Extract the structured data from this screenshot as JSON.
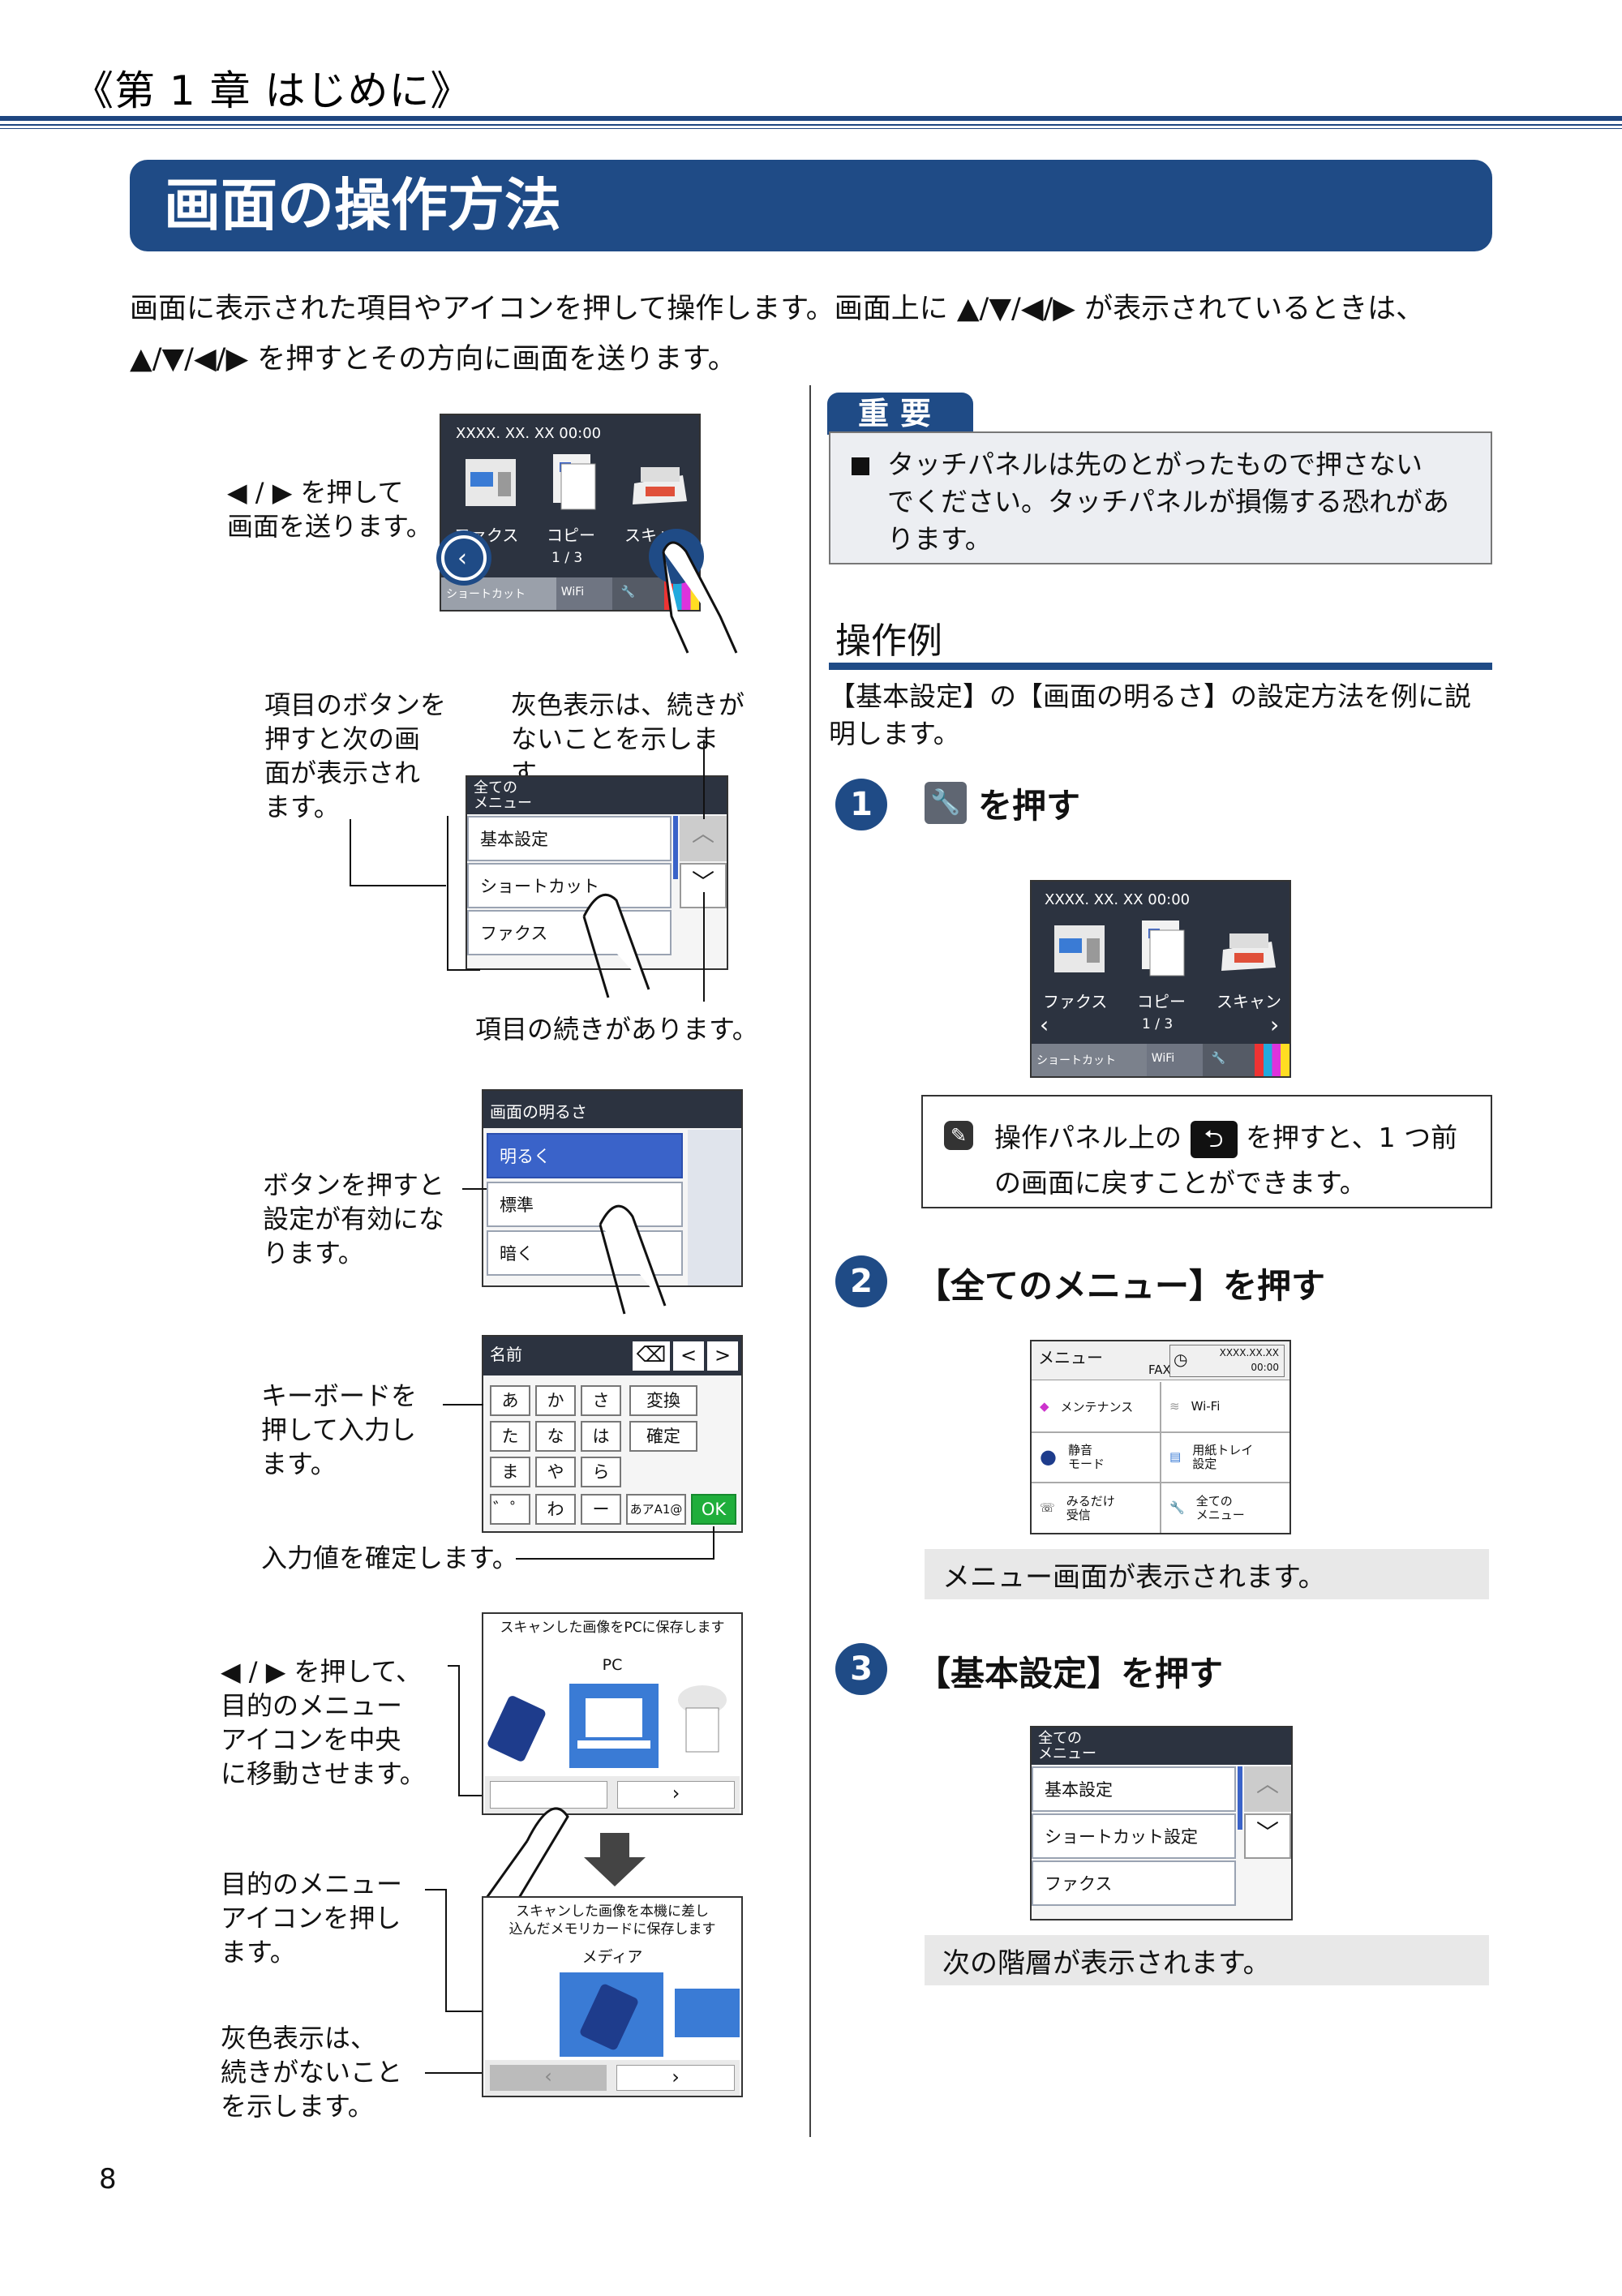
{
  "header": {
    "chapter": "《第 1 章 はじめに》",
    "title": "画面の操作方法"
  },
  "intro": {
    "text1": "画面に表示された項目やアイコンを押して操作します。画面上に",
    "text1b": "が表示されているときは、",
    "text2": "を押すとその方向に画面を送ります。",
    "slash": "/"
  },
  "left": {
    "callout1": [
      "◀ / ▶ を押して",
      "画面を送ります。"
    ],
    "home": {
      "datetime": "XXXX. XX. XX   00:00",
      "fax": "ファクス",
      "copy": "コピー",
      "scan": "スキャン",
      "page": "1 / 3",
      "shortcut": "ショートカット",
      "wifi": "WiFi"
    },
    "callout2": [
      "項目のボタンを",
      "押すと次の画",
      "面が表示され",
      "ます。"
    ],
    "callout3": [
      "灰色表示は、続きが",
      "ないことを示します。"
    ],
    "menu1": {
      "header": [
        "全ての",
        "メニュー"
      ],
      "items": [
        "基本設定",
        "ショートカット",
        "ファクス"
      ]
    },
    "callout4": "項目の続きがあります。",
    "bright": {
      "title": "画面の明るさ",
      "items": [
        "明るく",
        "標準",
        "暗く"
      ]
    },
    "callout5": [
      "ボタンを押すと",
      "設定が有効にな",
      "ります。"
    ],
    "kbd": {
      "title": "名前",
      "keys": [
        "あ",
        "か",
        "さ",
        "変換",
        "た",
        "な",
        "は",
        "確定",
        "ま",
        "や",
        "ら",
        "゛゜",
        "わ",
        "ー",
        "あアA1@",
        "OK"
      ]
    },
    "callout6": [
      "キーボードを",
      "押して入力し",
      "ます。"
    ],
    "callout7": "入力値を確定します。",
    "pcscreen": {
      "title": "スキャンした画像をPCに保存します",
      "label": "PC"
    },
    "callout8": [
      "◀ / ▶ を押して、",
      "目的のメニュー",
      "アイコンを中央",
      "に移動させます。"
    ],
    "mediascreen": {
      "title": [
        "スキャンした画像を本機に差し",
        "込んだメモリカードに保存します"
      ],
      "label": "メディア"
    },
    "callout9": [
      "目的のメニュー",
      "アイコンを押し",
      "ます。"
    ],
    "callout10": [
      "灰色表示は、",
      "続きがないこと",
      "を示します。"
    ]
  },
  "right": {
    "important": {
      "tab": "重要",
      "text": [
        "タッチパネルは先のとがったもので押さない",
        "でください。タッチパネルが損傷する恐れがあ",
        "ります。"
      ]
    },
    "example_heading": "操作例",
    "example_desc": [
      "【基本設定】の【画面の明るさ】の設定方法を例に説",
      "明します。"
    ],
    "step1": {
      "num": "1",
      "title": "を押す"
    },
    "home2": {
      "datetime": "XXXX. XX. XX   00:00",
      "fax": "ファクス",
      "copy": "コピー",
      "scan": "スキャン",
      "page": "1 / 3",
      "shortcut": "ショートカット",
      "wifi": "WiFi"
    },
    "note": [
      "操作パネル上の",
      "を押すと、1 つ前",
      "の画面に戻すことができます。"
    ],
    "step2": {
      "num": "2",
      "title": "【全てのメニュー】を押す"
    },
    "menuscreen": {
      "title": "メニュー",
      "fax": "FAX",
      "datetime": "XXXX.XX.XX",
      "time": "00:00",
      "items": [
        "メンテナンス",
        "Wi-Fi",
        "静音\nモード",
        "用紙トレイ\n設定",
        "みるだけ\n受信",
        "全ての\nメニュー"
      ]
    },
    "gray2": "メニュー画面が表示されます。",
    "step3": {
      "num": "3",
      "title": "【基本設定】を押す"
    },
    "menu2": {
      "header": [
        "全ての",
        "メニュー"
      ],
      "items": [
        "基本設定",
        "ショートカット設定",
        "ファクス"
      ]
    },
    "gray3": "次の階層が表示されます。"
  },
  "page_number": "8",
  "colors": {
    "brand": "#1f4b86",
    "selected": "#3a63c9",
    "ok": "#1fae3b"
  }
}
